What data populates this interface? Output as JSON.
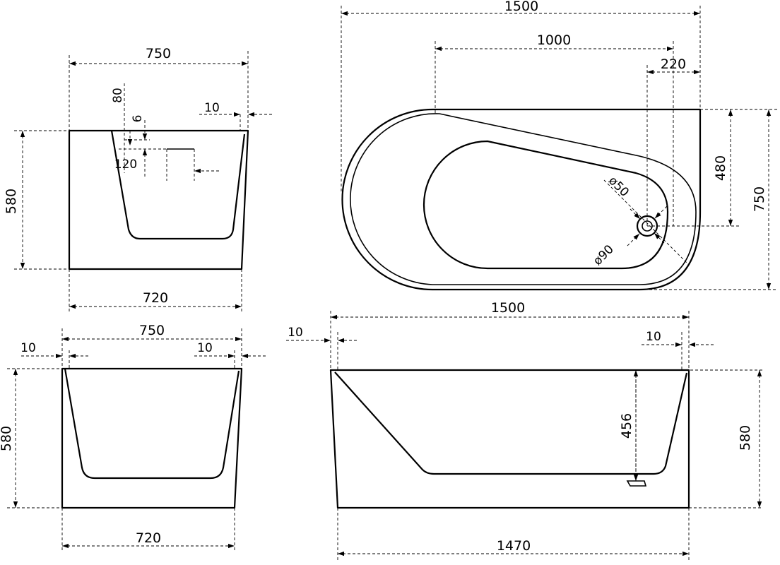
{
  "dimensions": {
    "front_top_width": "750",
    "front_bottom_width": "720",
    "front_height": "580",
    "front_overflow_height": "80",
    "front_overflow_gap": "6",
    "front_overflow_width": "120",
    "front_wall": "10",
    "plan_length": "1500",
    "plan_inner_length": "1000",
    "plan_drain_offset": "220",
    "plan_drain_side": "480",
    "plan_width": "750",
    "plan_drain_diameter": "ø50",
    "plan_outer_diameter": "ø90",
    "end_top_width": "750",
    "end_bottom_width": "720",
    "end_height": "580",
    "end_wall_left": "10",
    "end_wall_right": "10",
    "side_length": "1500",
    "side_bottom_length": "1470",
    "side_height": "580",
    "side_inner_depth": "456",
    "side_wall_left": "10",
    "side_wall_right": "10"
  }
}
